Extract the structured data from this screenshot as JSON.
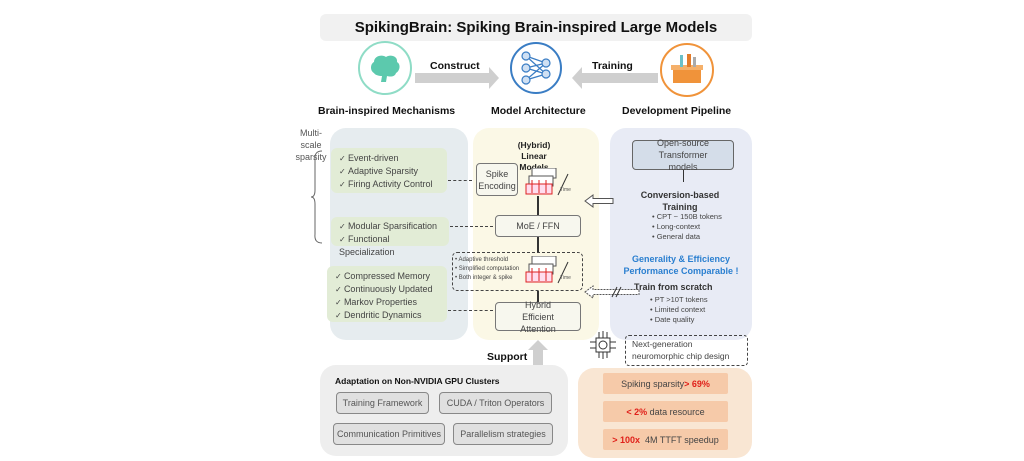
{
  "title": "SpikingBrain: Spiking Brain-inspired Large Models",
  "top": {
    "construct": "Construct",
    "training": "Training",
    "brain_label": "Brain-inspired Mechanisms",
    "arch_label": "Model Architecture",
    "pipeline_label": "Development Pipeline",
    "colors": {
      "brain": "#5cc9ad",
      "arch": "#3a7dc4",
      "pipeline": "#f0933a"
    }
  },
  "left": {
    "sparsity_label": "Multi-scale sparsity",
    "group1": [
      "Event-driven",
      "Adaptive Sparsity",
      "Firing Activity Control"
    ],
    "group2": [
      "Modular Sparsification",
      "Functional Specialization"
    ],
    "group3": [
      "Compressed Memory",
      "Continuously Updated",
      "Markov Properties",
      "Dendritic Dynamics"
    ]
  },
  "middle": {
    "title": "(Hybrid) Linear Models",
    "spike_encoding": "Spike Encoding",
    "time": "Time",
    "moe": "MoE / FFN",
    "dashed_items": [
      "Adaptive threshold",
      "Simplified computation",
      "Both integer & spike"
    ],
    "attention": "Hybrid Efficient Attention"
  },
  "right": {
    "open_source": "Open-source Transformer models",
    "conversion_title": "Conversion-based Training",
    "conversion_items": [
      "CPT ~ 150B tokens",
      "Long-context",
      "General data"
    ],
    "generality": "Generality & Efficiency",
    "performance": "Performance Comparable !",
    "scratch_title": "Train from scratch",
    "scratch_items": [
      "PT >10T tokens",
      "Limited context",
      "Date quality"
    ],
    "accent": "#2a7fd0"
  },
  "chip": {
    "label": "Next-generation neuromorphic chip design"
  },
  "support": "Support",
  "bottom_left": {
    "title": "Adaptation on Non-NVIDIA GPU Clusters",
    "items": [
      "Training Framework",
      "CUDA / Triton Operators",
      "Communication Primitives",
      "Parallelism strategies"
    ]
  },
  "bottom_right": {
    "r1": {
      "text": "Spiking sparsity ",
      "hl": "> 69%"
    },
    "r2": {
      "hl": "< 2%",
      "text": " data resource"
    },
    "r3": {
      "hl": "> 100x",
      "text": "  4M TTFT speedup"
    }
  }
}
